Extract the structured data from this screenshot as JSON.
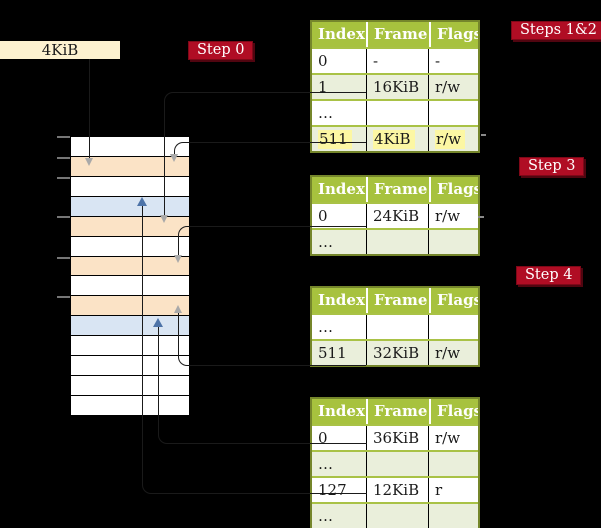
{
  "colors": {
    "crimson": "#b00d24",
    "crimson_border": "#7f0818",
    "cream": "#fdf2d0",
    "peach": "#fbe3c6",
    "frame_blue": "#d9e5f3",
    "header_green": "#a7c23e",
    "sep_green": "#a9c246",
    "row_green": "#eaefdb",
    "olive_border": "#75862b",
    "highlight_yellow": "#fcf7a3",
    "gray_line": "#9e9e9e",
    "gray_arrow": "#a9a9a9",
    "blue_line": "#6b8cc0",
    "blue_arrow": "#4d73a8"
  },
  "root_pointer": {
    "label": "4KiB"
  },
  "badges": {
    "step0": "Step 0",
    "steps12": "Steps 1&2",
    "step3": "Step 3",
    "step4": "Step 4"
  },
  "memory": {
    "cells": [
      "white",
      "peach",
      "white",
      "blue",
      "peach",
      "white",
      "peach",
      "white",
      "peach",
      "blue",
      "white",
      "white",
      "white",
      "white"
    ]
  },
  "tables": [
    {
      "name": "page-table-root",
      "headers": [
        "Index",
        "Frame",
        "Flags"
      ],
      "rows": [
        {
          "cells": [
            "0",
            "-",
            "-"
          ],
          "shaded": false,
          "highlight": false
        },
        {
          "cells": [
            "1",
            "16KiB",
            "r/w"
          ],
          "shaded": true,
          "highlight": false
        },
        {
          "cells": [
            "…",
            "",
            ""
          ],
          "shaded": false,
          "highlight": false
        },
        {
          "cells": [
            "511",
            "4KiB",
            "r/w"
          ],
          "shaded": true,
          "highlight": true
        }
      ]
    },
    {
      "name": "page-table-step3",
      "headers": [
        "Index",
        "Frame",
        "Flags"
      ],
      "rows": [
        {
          "cells": [
            "0",
            "24KiB",
            "r/w"
          ],
          "shaded": false,
          "highlight": false
        },
        {
          "cells": [
            "…",
            "",
            ""
          ],
          "shaded": true,
          "highlight": false
        }
      ]
    },
    {
      "name": "page-table-step4",
      "headers": [
        "Index",
        "Frame",
        "Flags"
      ],
      "rows": [
        {
          "cells": [
            "…",
            "",
            ""
          ],
          "shaded": false,
          "highlight": false
        },
        {
          "cells": [
            "511",
            "32KiB",
            "r/w"
          ],
          "shaded": true,
          "highlight": false
        }
      ]
    },
    {
      "name": "page-table-final",
      "headers": [
        "Index",
        "Frame",
        "Flags"
      ],
      "rows": [
        {
          "cells": [
            "0",
            "36KiB",
            "r/w"
          ],
          "shaded": false,
          "highlight": false
        },
        {
          "cells": [
            "…",
            "",
            ""
          ],
          "shaded": true,
          "highlight": false
        },
        {
          "cells": [
            "127",
            "12KiB",
            "r"
          ],
          "shaded": false,
          "highlight": false
        },
        {
          "cells": [
            "…",
            "",
            ""
          ],
          "shaded": true,
          "highlight": false
        }
      ]
    }
  ]
}
